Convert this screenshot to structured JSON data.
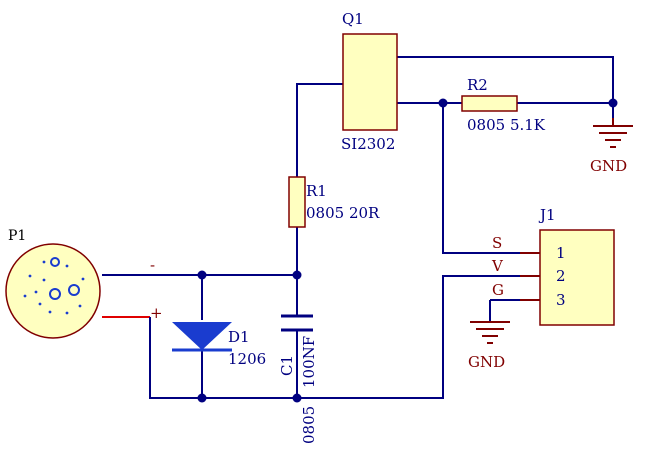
{
  "components": {
    "p1": {
      "ref": "P1",
      "minus_label": "-",
      "plus_label": "+"
    },
    "d1": {
      "ref": "D1",
      "value": "1206"
    },
    "c1": {
      "ref": "C1",
      "value": "100NF",
      "package": "0805"
    },
    "r1": {
      "ref": "R1",
      "value": "0805 20R"
    },
    "q1": {
      "ref": "Q1",
      "value": "SI2302"
    },
    "r2": {
      "ref": "R2",
      "value": "0805 5.1K"
    },
    "j1": {
      "ref": "J1",
      "pins": [
        "1",
        "2",
        "3"
      ],
      "signals": [
        "S",
        "V",
        "G"
      ]
    }
  },
  "power": {
    "gnd1": "GND",
    "gnd2": "GND"
  },
  "colors": {
    "wire": "#000080",
    "component_outline": "#800000",
    "component_fill": "#ffffc0",
    "diode": "#1a3ccf",
    "positive_wire": "#e00000"
  }
}
